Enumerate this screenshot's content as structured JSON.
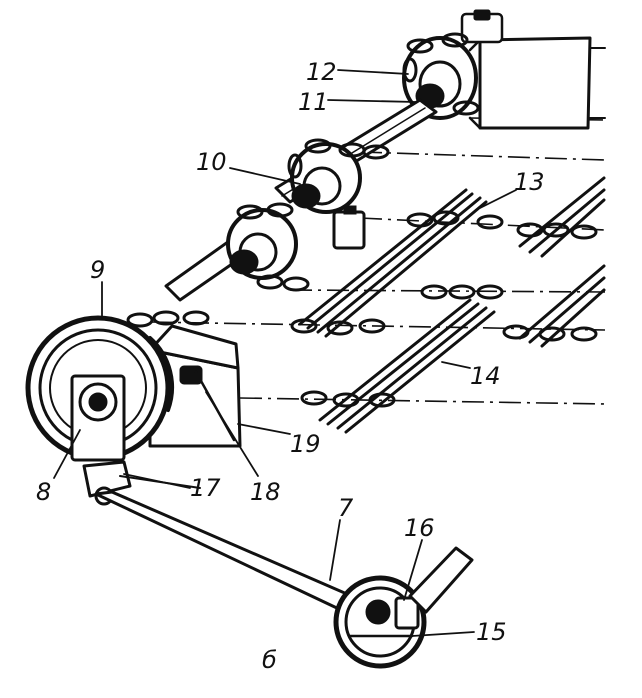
{
  "figure": {
    "caption": "б",
    "labels": [
      {
        "id": "7",
        "text": "7"
      },
      {
        "id": "8",
        "text": "8"
      },
      {
        "id": "9",
        "text": "9"
      },
      {
        "id": "10",
        "text": "10"
      },
      {
        "id": "11",
        "text": "11"
      },
      {
        "id": "12",
        "text": "12"
      },
      {
        "id": "13",
        "text": "13"
      },
      {
        "id": "14",
        "text": "14"
      },
      {
        "id": "15",
        "text": "15"
      },
      {
        "id": "16",
        "text": "16"
      },
      {
        "id": "17",
        "text": "17"
      },
      {
        "id": "18",
        "text": "18"
      },
      {
        "id": "19",
        "text": "19"
      }
    ]
  }
}
